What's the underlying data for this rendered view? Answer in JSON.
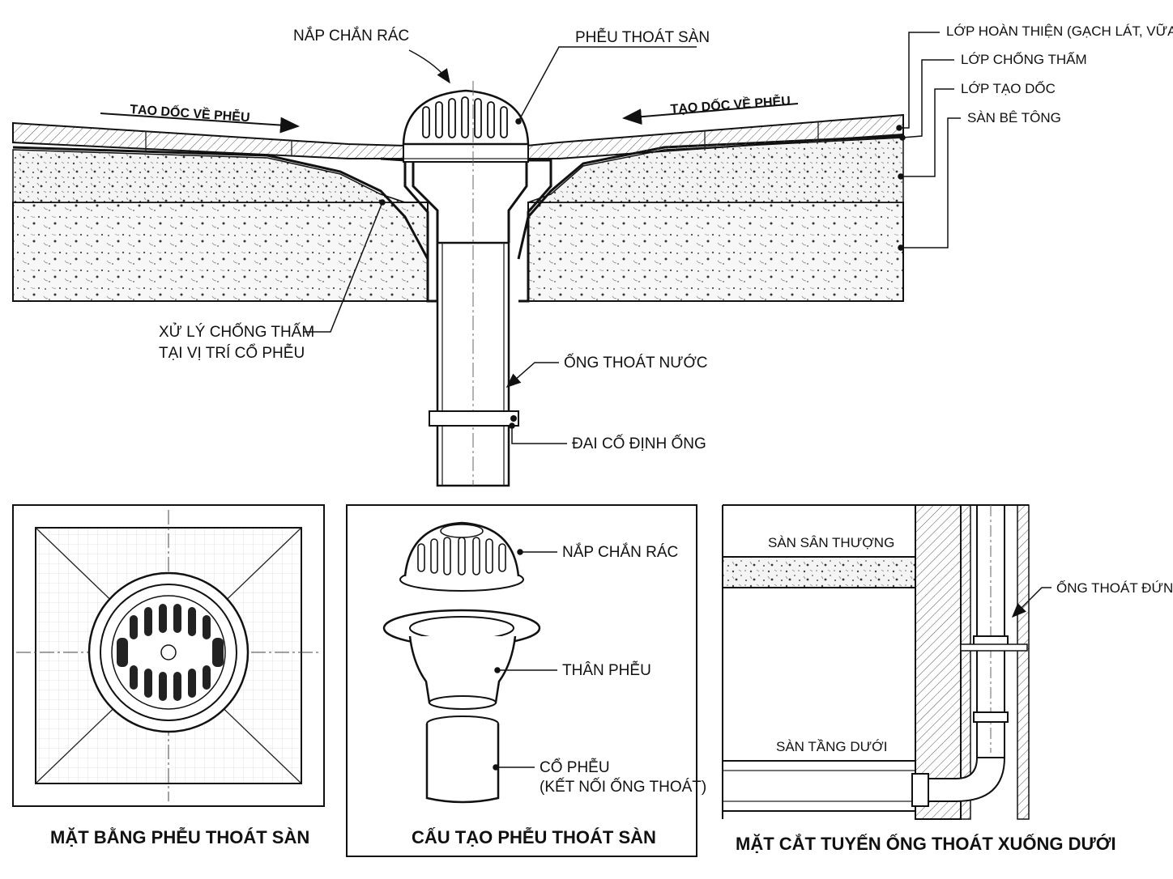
{
  "section": {
    "labels": {
      "nap_chan_rac": "NẮP CHẮN RÁC",
      "pheu_thoat_san": "PHỄU THOÁT SÀN",
      "tao_doc_left": "TẠO DỐC VỀ PHỄU",
      "tao_doc_right": "TẠO DỐC VỀ PHỄU",
      "lop_hoan_thien": "LỚP HOÀN THIỆN (GẠCH LÁT, VỮA...)",
      "lop_chong_tham": "LỚP CHỐNG THẤM",
      "lop_tao_doc": "LỚP TẠO DỐC",
      "san_be_tong": "SÀN BÊ TÔNG",
      "xu_ly_line1": "XỬ LÝ CHỐNG THẤM",
      "xu_ly_line2": "TẠI VỊ TRÍ CỔ PHỄU",
      "ong_thoat_nuoc": "ỐNG THOÁT NƯỚC",
      "dai_co_dinh": "ĐAI CỐ ĐỊNH ỐNG"
    }
  },
  "panels": {
    "plan": {
      "caption": "MẶT BẰNG PHỄU THOÁT SÀN"
    },
    "parts": {
      "caption": "CẤU TẠO PHỄU THOÁT SÀN",
      "nap": "NẮP CHẮN RÁC",
      "than": "THÂN PHỄU",
      "co_line1": "CỔ PHỄU",
      "co_line2": "(KẾT NỐI ỐNG THOÁT)"
    },
    "riser": {
      "caption": "MẶT CẮT TUYẾN ỐNG THOÁT XUỐNG DƯỚI",
      "san_thuong": "SÀN SÂN THƯỢNG",
      "san_tang_duoi": "SÀN TẦNG DƯỚI",
      "ong_dung": "ỐNG THOÁT ĐỨNG"
    }
  },
  "colors": {
    "ink": "#111111",
    "concrete": "#f2f2f2",
    "tile": "#e6e6e6"
  }
}
